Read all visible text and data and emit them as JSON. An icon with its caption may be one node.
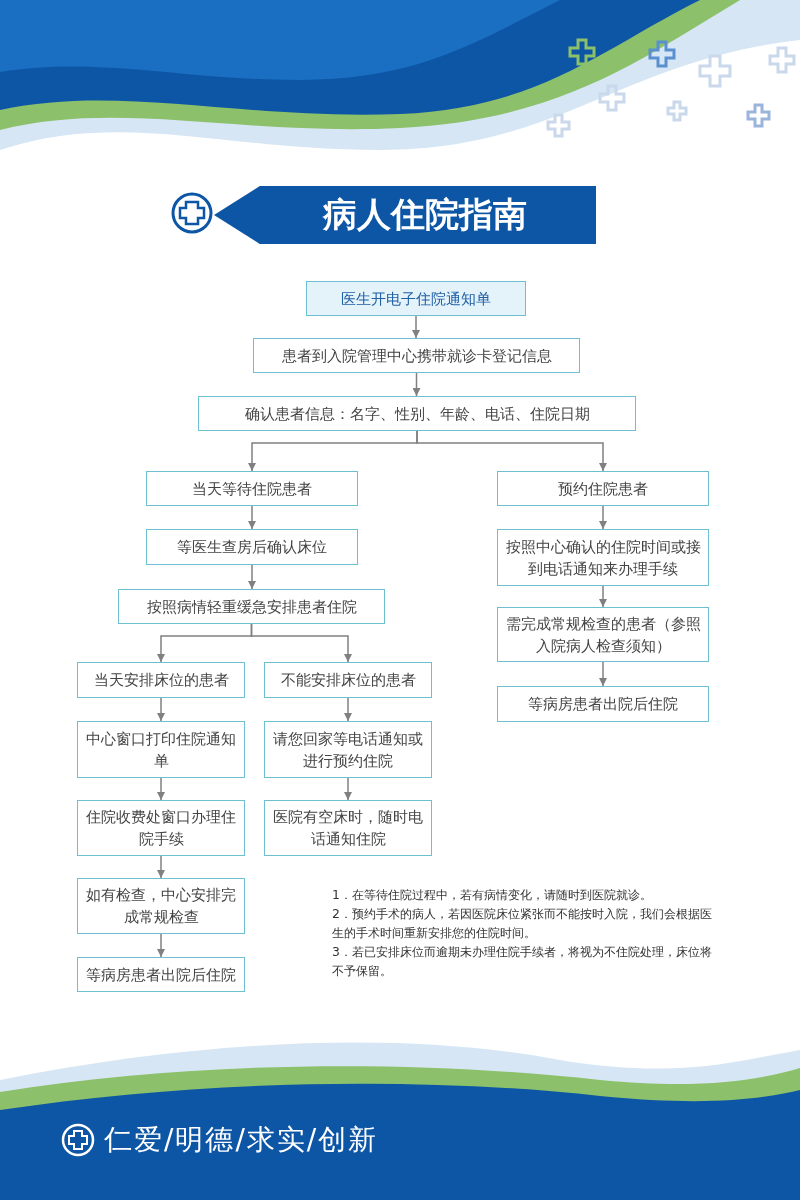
{
  "diagram": {
    "title": "病人住院指南",
    "nodes": [
      {
        "text": [
          "医生开电子住院通知单"
        ]
      },
      {
        "text": [
          "患者到入院管理中心携带就诊卡登记信息"
        ]
      },
      {
        "text": [
          "确认患者信息：名字、性别、年龄、电话、住院日期"
        ]
      },
      {
        "text": [
          "当天等待住院患者"
        ]
      },
      {
        "text": [
          "预约住院患者"
        ]
      },
      {
        "text": [
          "等医生查房后确认床位"
        ]
      },
      {
        "text": [
          "按照病情轻重缓急安排患者住院"
        ]
      },
      {
        "text": [
          "当天安排床位的患者"
        ]
      },
      {
        "text": [
          "不能安排床位的患者"
        ]
      },
      {
        "text": [
          "中心窗口打印住院通知单"
        ]
      },
      {
        "text": [
          "请您回家等电话通知或进行预约住院"
        ]
      },
      {
        "text": [
          "住院收费处窗口办理住院手续"
        ]
      },
      {
        "text": [
          "医院有空床时，随时电话通知住院"
        ]
      },
      {
        "text": [
          "如有检查，中心安排完成常规检查"
        ]
      },
      {
        "text": [
          "等病房患者出院后住院"
        ]
      },
      {
        "text": [
          "按照中心确认的住院时间或接到电话通知来办理手续"
        ]
      },
      {
        "text": [
          "需完成常规检查的患者（参照入院病人检查须知）"
        ]
      },
      {
        "text": [
          "等病房患者出院后住院"
        ]
      }
    ],
    "edges": [
      {
        "from": 0,
        "to": 1,
        "arrow": "to"
      },
      {
        "from": 1,
        "to": 2,
        "arrow": "to"
      },
      {
        "from": 2,
        "to": 3,
        "arrow": "to"
      },
      {
        "from": 2,
        "to": 4,
        "arrow": "to"
      },
      {
        "from": 3,
        "to": 5,
        "arrow": "to"
      },
      {
        "from": 5,
        "to": 6,
        "arrow": "to"
      },
      {
        "from": 6,
        "to": 7,
        "arrow": "to"
      },
      {
        "from": 6,
        "to": 8,
        "arrow": "to"
      },
      {
        "from": 7,
        "to": 9,
        "arrow": "to"
      },
      {
        "from": 9,
        "to": 11,
        "arrow": "to"
      },
      {
        "from": 11,
        "to": 13,
        "arrow": "to"
      },
      {
        "from": 13,
        "to": 14,
        "arrow": "to"
      },
      {
        "from": 8,
        "to": 10,
        "arrow": "to"
      },
      {
        "from": 10,
        "to": 12,
        "arrow": "to"
      },
      {
        "from": 4,
        "to": 15,
        "arrow": "to"
      },
      {
        "from": 15,
        "to": 16,
        "arrow": "to"
      },
      {
        "from": 16,
        "to": 17,
        "arrow": "to"
      }
    ],
    "labels": [
      "1．在等待住院过程中，若有病情变化，请随时到医院就诊。",
      "2．预约手术的病人，若因医院床位紧张而不能按时入院，我们会根据医生的手术时间重新安排您的住院时间。",
      "3．若已安排床位而逾期未办理住院手续者，将视为不住院处理，床位将不予保留。",
      "仁爱/明德/求实/创新"
    ]
  }
}
